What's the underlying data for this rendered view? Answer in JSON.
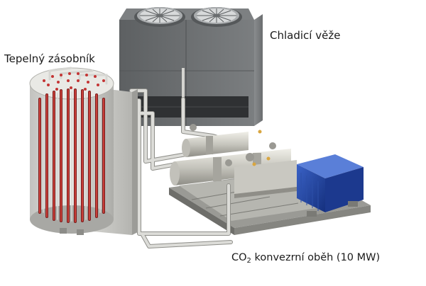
{
  "labels": {
    "thermal_storage": "Tepelný zásobník",
    "cooling_towers": "Chladicí věže",
    "co2_prefix": "CO",
    "co2_subscript": "2",
    "co2_suffix": " konvezrní oběh (10 MW)"
  },
  "colors": {
    "tower_body": "#6d7072",
    "motor_blue": "#1f3f9c",
    "heater_red": "#b52a2a",
    "steel": "#c9c9c4",
    "pipe": "#d6d6d6"
  },
  "icons": [
    "fan-icon",
    "fan-icon"
  ]
}
